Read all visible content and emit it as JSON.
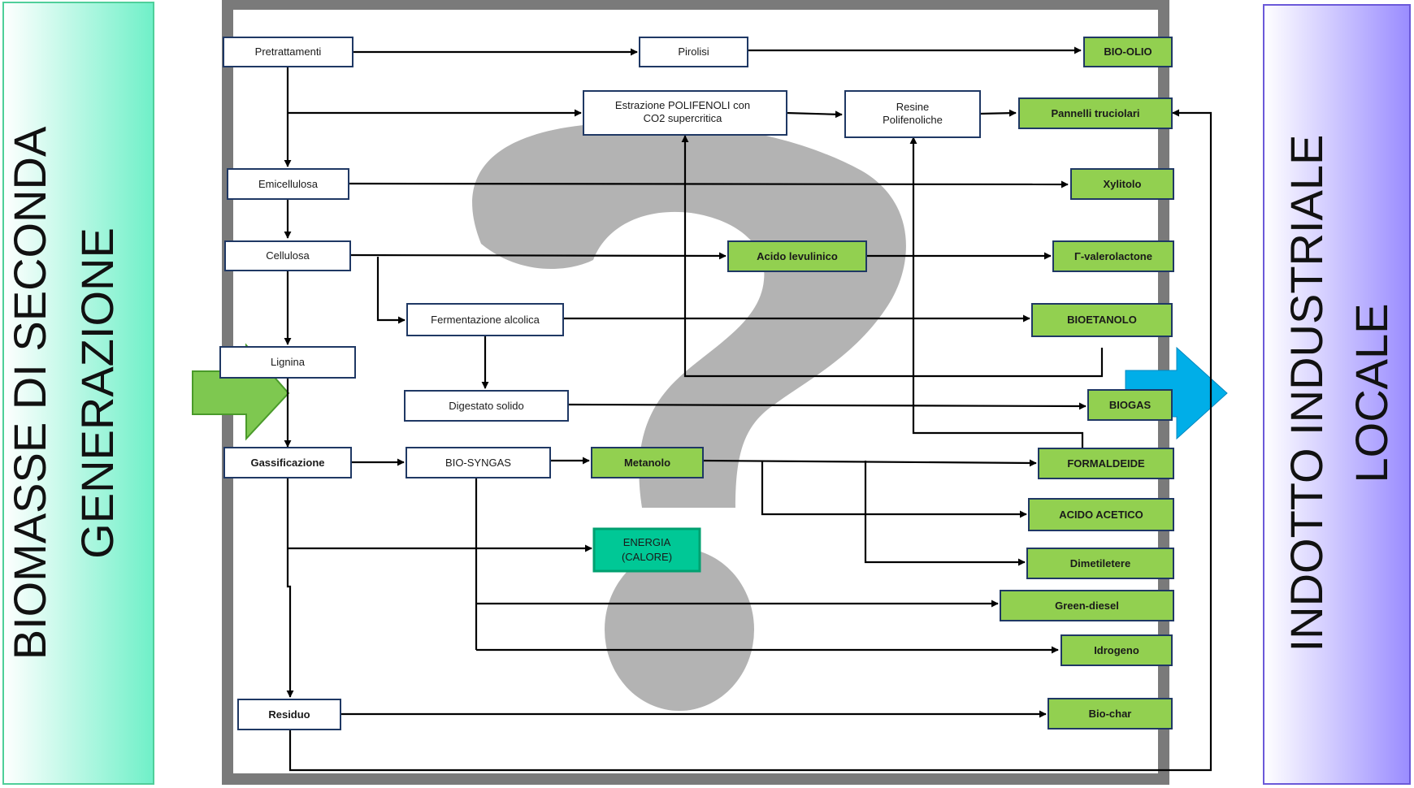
{
  "left_panel": {
    "line1": "BIOMASSE DI SECONDA",
    "line2": "GENERAZIONE"
  },
  "right_panel": {
    "line1": "INDOTTO INDUSTRIALE",
    "line2": "LOCALE"
  },
  "colors": {
    "left_gradient_start": "#ffffff",
    "left_gradient_end": "#6ff0c8",
    "left_border": "#4fcf9a",
    "right_gradient_start": "#ffffff",
    "right_gradient_end": "#9a8cff",
    "right_border": "#6b59d9",
    "frame": "#7a7a7a",
    "question_mark": "#b3b3b3",
    "node_border": "#1f3864",
    "product_fill": "#92d050",
    "energy_fill": "#00c896",
    "energy_border": "#00a070",
    "in_arrow": "#7ec850",
    "out_arrow": "#00aee8"
  },
  "nodes": {
    "pretrattamenti": "Pretrattamenti",
    "pirolisi": "Pirolisi",
    "bio_olio": "BIO-OLIO",
    "estrazione_line1": "Estrazione POLIFENOLI  con",
    "estrazione_line2": "CO2 supercritica",
    "resine_line1": "Resine",
    "resine_line2": "Polifenoliche",
    "pannelli": "Pannelli  truciolari",
    "emicellulosa": "Emicellulosa",
    "xylitolo": "Xylitolo",
    "cellulosa": "Cellulosa",
    "acido_levulinico": "Acido levulinico",
    "valerolactone": "Γ-valerolactone",
    "fermentazione": "Fermentazione alcolica",
    "bioetanolo": "BIOETANOLO",
    "lignina": "Lignina",
    "digestato": "Digestato solido",
    "biogas": "BIOGAS",
    "gassificazione": "Gassificazione",
    "bio_syngas": "BIO-SYNGAS",
    "metanolo": "Metanolo",
    "formaldeide": "FORMALDEIDE",
    "acido_acetico": "ACIDO ACETICO",
    "energia_line1": "ENERGIA",
    "energia_line2": "(CALORE)",
    "dimetiletere": "Dimetiletere",
    "green_diesel": "Green-diesel",
    "idrogeno": "Idrogeno",
    "residuo": "Residuo",
    "bio_char": "Bio-char"
  }
}
